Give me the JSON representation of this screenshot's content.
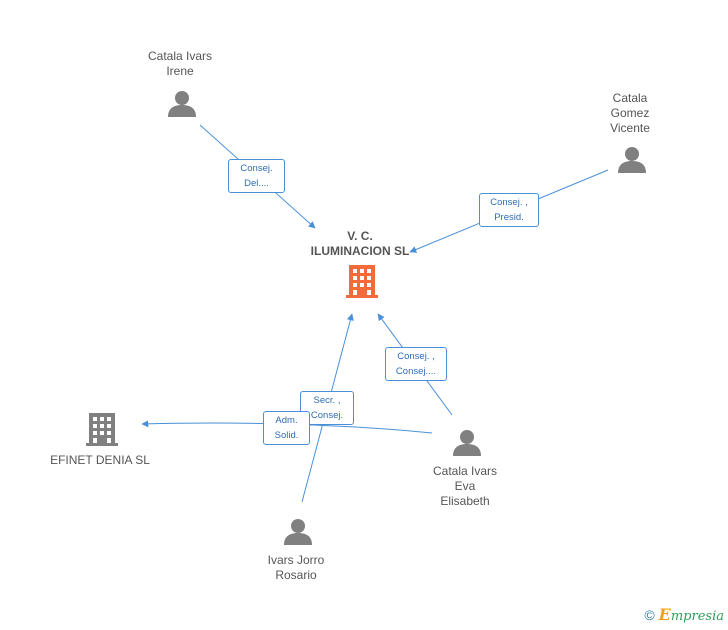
{
  "nodes": {
    "main": {
      "label": "V. C.\nILUMINACION SL"
    },
    "catala_ivars_irene": {
      "label": "Catala Ivars\nIrene"
    },
    "catala_gomez_vicente": {
      "label": "Catala\nGomez\nVicente"
    },
    "efinet_denia": {
      "label": "EFINET DENIA SL"
    },
    "catala_ivars_eva": {
      "label": "Catala Ivars\nEva\nElisabeth"
    },
    "ivars_jorro_rosario": {
      "label": "Ivars Jorro\nRosario"
    }
  },
  "edges": {
    "irene_main": "Consej.\nDel....",
    "vicente_main": "Consej. ,\nPresid.",
    "eva_main": "Consej. ,\nConsej....",
    "rosario_main": "Secr. ,\nConsej.",
    "eva_efinet": "Adm.\nSolid."
  },
  "footer": {
    "copyright": "©",
    "brand_first": "E",
    "brand_rest": "mpresia"
  },
  "colors": {
    "edge": "#4a90d9",
    "person": "#808080",
    "company": "#808080",
    "main_company": "#f26b3a"
  }
}
